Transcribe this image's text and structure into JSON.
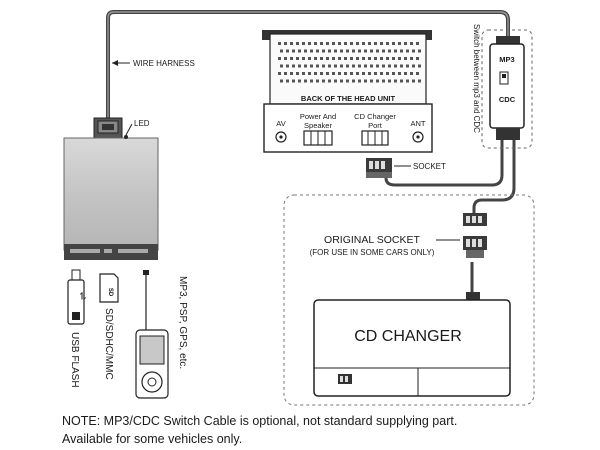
{
  "labels": {
    "wire_harness": "WIRE HARNESS",
    "led": "LED",
    "back_of_head_unit": "BACK OF THE HEAD UNIT",
    "av": "AV",
    "power_speaker_1": "Power And",
    "power_speaker_2": "Speaker",
    "cd_changer_port_1": "CD Changer",
    "cd_changer_port_2": "Port",
    "ant": "ANT",
    "socket": "SOCKET",
    "switch_caption": "Switch between mp3 and CDC",
    "switch_mp3": "MP3",
    "switch_cdc": "CDC",
    "original_socket": "ORIGINAL SOCKET",
    "original_socket_note": "(FOR USE IN SOME CARS ONLY)",
    "cd_changer": "CD CHANGER",
    "usb_flash": "USB FLASH",
    "sd_cards": "SD/SDHC/MMC",
    "devices": "MP3, PSP, GPS, etc."
  },
  "note": {
    "line1": "NOTE: MP3/CDC Switch Cable is optional, not standard supplying part.",
    "line2": "Available for some vehicles only."
  }
}
